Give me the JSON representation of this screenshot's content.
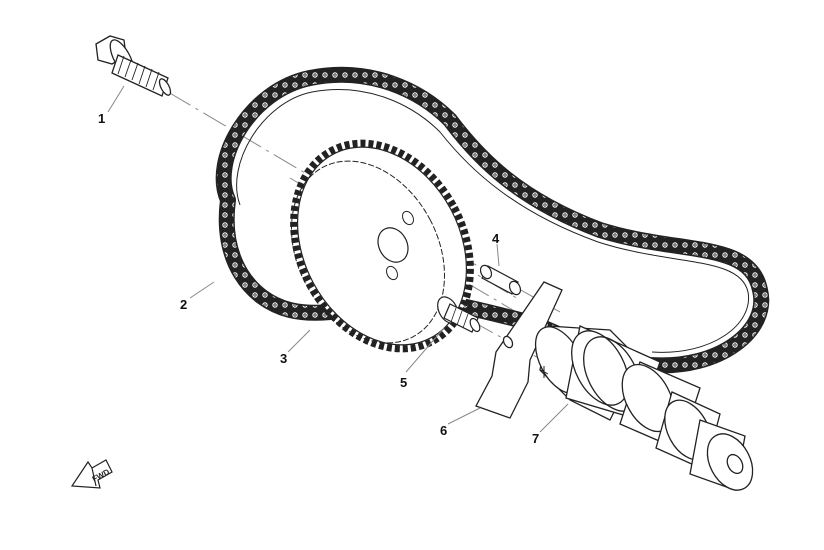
{
  "diagram": {
    "type": "exploded parts view",
    "subject": "camshaft timing chain assembly",
    "style": {
      "line_color": "#222222",
      "leader_color": "#888888",
      "background": "#ffffff"
    },
    "orientation_marker": {
      "label": "FWD",
      "icon": "forward-arrow-icon"
    },
    "callouts": [
      {
        "number": "1",
        "part": "flange bolt"
      },
      {
        "number": "2",
        "part": "timing chain"
      },
      {
        "number": "3",
        "part": "cam sprocket"
      },
      {
        "number": "4",
        "part": "dowel pin"
      },
      {
        "number": "5",
        "part": "bolt with washer"
      },
      {
        "number": "6",
        "part": "chain guide plate"
      },
      {
        "number": "7",
        "part": "camshaft"
      }
    ]
  }
}
